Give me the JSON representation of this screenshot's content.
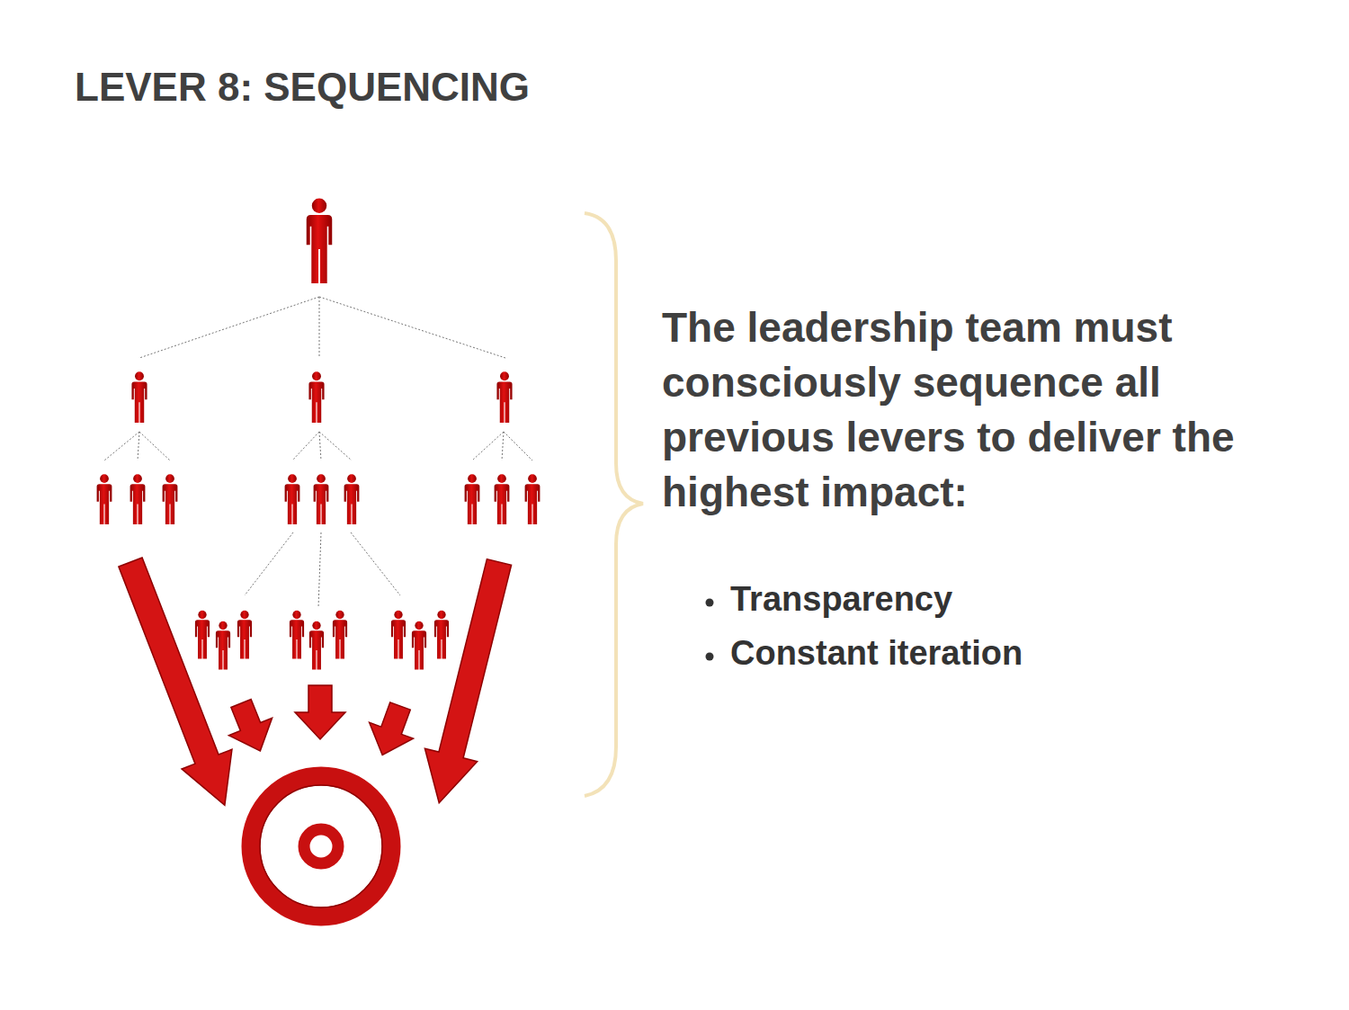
{
  "diagram": {
    "title": "LEVER 8: SEQUENCING",
    "labels": [
      "The leadership team must consciously sequence all previous levers to deliver the highest impact:",
      "Transparency",
      "Constant iteration"
    ]
  }
}
